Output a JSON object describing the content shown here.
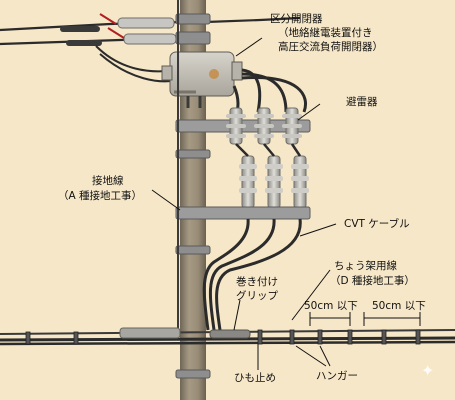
{
  "labels": {
    "switch": [
      "区分開閉器",
      "（地絡継電装置付き",
      "高圧交流負荷開閉器）"
    ],
    "arrester": "避雷器",
    "ground_wire": [
      "接地線",
      "（A 種接地工事）"
    ],
    "cvt": "CVT ケーブル",
    "messenger": [
      "ちょう架用線",
      "（D 種接地工事）"
    ],
    "wrap_grip": [
      "巻き付け",
      "グリップ"
    ],
    "spacing_1": "50cm 以下",
    "spacing_2": "50cm 以下",
    "string_stop": "ひも止め",
    "hanger": "ハンガー"
  },
  "colors": {
    "background": "#f6e7c8",
    "pole": "#a19580",
    "insulator": "#b9b7b1",
    "cable": "#2b2b2b",
    "bracket": "#9a9a9a"
  },
  "icons": {
    "corner": "sparkle-icon"
  }
}
